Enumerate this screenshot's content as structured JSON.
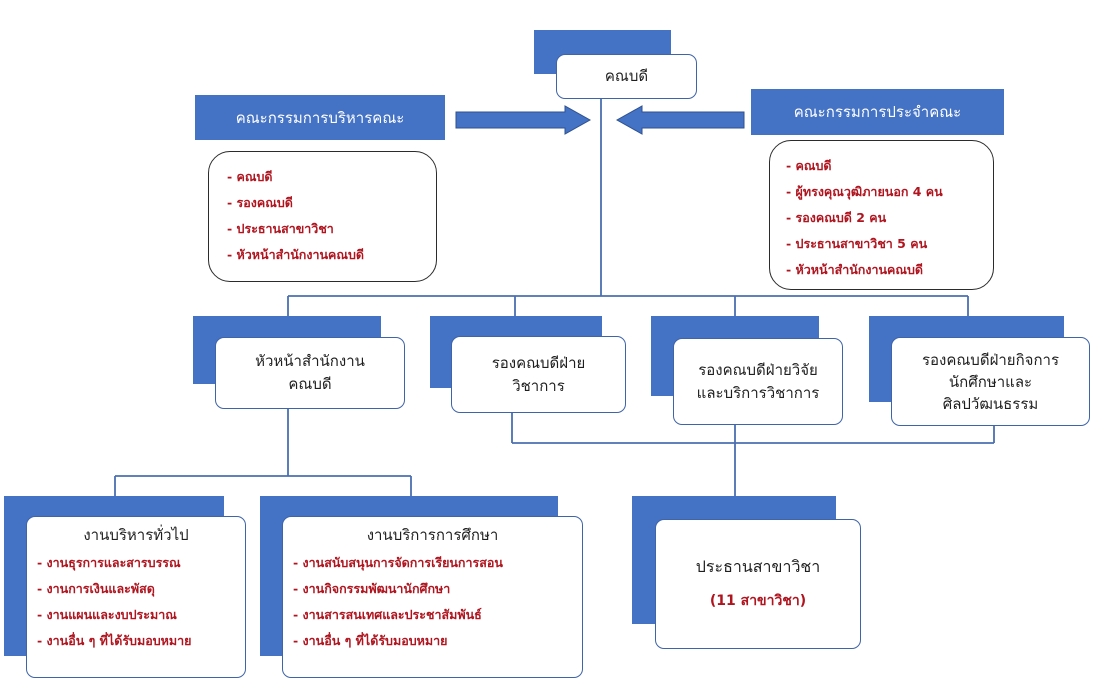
{
  "dean": "คณบดี",
  "executive_committee": {
    "title": "คณะกรรมการบริหารคณะ",
    "members": [
      "- คณบดี",
      "- รองคณบดี",
      "- ประธานสาขาวิชา",
      "- หัวหน้าสำนักงานคณบดี"
    ]
  },
  "faculty_committee": {
    "title": "คณะกรรมการประจำคณะ",
    "members": [
      "- คณบดี",
      "- ผู้ทรงคุณวุฒิภายนอก 4 คน",
      "- รองคณบดี 2 คน",
      "- ประธานสาขาวิชา 5 คน",
      "- หัวหน้าสำนักงานคณบดี"
    ]
  },
  "level2": {
    "office_head": [
      "หัวหน้าสำนักงาน",
      "คณบดี"
    ],
    "vp_academic": [
      "รองคณบดีฝ่าย",
      "วิชาการ"
    ],
    "vp_research": [
      "รองคณบดีฝ่ายวิจัย",
      "และบริการวิชาการ"
    ],
    "vp_student": [
      "รองคณบดีฝ่ายกิจการ",
      "นักศึกษาและ",
      "ศิลปวัฒนธรรม"
    ]
  },
  "general_admin": {
    "title": "งานบริหารทั่วไป",
    "items": [
      "- งานธุรการและสารบรรณ",
      "- งานการเงินและพัสดุ",
      "- งานแผนและงบประมาณ",
      "- งานอื่น ๆ ที่ได้รับมอบหมาย"
    ]
  },
  "education_services": {
    "title": "งานบริการการศึกษา",
    "items": [
      "- งานสนับสนุนการจัดการเรียนการสอน",
      "- งานกิจกรรมพัฒนานักศึกษา",
      "- งานสารสนเทศและประชาสัมพันธ์",
      "- งานอื่น ๆ ที่ได้รับมอบหมาย"
    ]
  },
  "program_chairs": {
    "title": "ประธานสาขาวิชา",
    "count": "(11 สาขาวิชา)"
  },
  "colors": {
    "box_blue": "#4472c4",
    "text_red": "#b0151f",
    "line": "#4a6fb0"
  }
}
